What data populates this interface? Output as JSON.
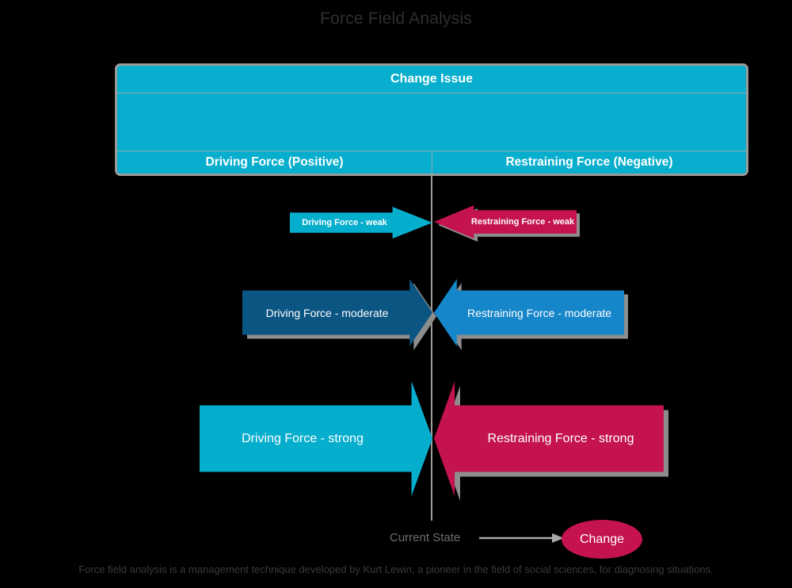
{
  "title": "Force Field Analysis",
  "header": {
    "change_issue_label": "Change Issue",
    "driving_header": "Driving Force (Positive)",
    "restraining_header": "Restraining Force (Negative)",
    "issue_text": ""
  },
  "forces": {
    "weak": {
      "driving_label": "Driving Force - weak",
      "restraining_label": "Restraining Force - weak"
    },
    "moderate": {
      "driving_label": "Driving Force - moderate",
      "restraining_label": "Restraining Force - moderate"
    },
    "strong": {
      "driving_label": "Driving Force - strong",
      "restraining_label": "Restraining Force - strong"
    }
  },
  "bottom": {
    "current_state_label": "Current State",
    "change_label": "Change"
  },
  "footer": {
    "note": "Force field analysis is a management technique developed by Kurt Lewin, a pioneer in the field of social sciences, for diagnosing situations."
  },
  "colors": {
    "cyan": "#06aecd",
    "crimson": "#c4134f",
    "navy": "#0b5583",
    "blue": "#1586c9",
    "background": "#000000",
    "border_gray": "#9a9a9a",
    "title_gray": "#2f2f2f"
  },
  "chart_data": {
    "type": "diagram",
    "title": "Force Field Analysis",
    "categories": [
      "weak",
      "moderate",
      "strong"
    ],
    "series": [
      {
        "name": "Driving Force (Positive)",
        "values": [
          1,
          2,
          3
        ],
        "labels": [
          "Driving Force - weak",
          "Driving Force - moderate",
          "Driving Force - strong"
        ],
        "colors": [
          "#06aecd",
          "#0b5583",
          "#06aecd"
        ],
        "direction": "right"
      },
      {
        "name": "Restraining Force (Negative)",
        "values": [
          1,
          2,
          3
        ],
        "labels": [
          "Restraining Force - weak",
          "Restraining Force - moderate",
          "Restraining Force - strong"
        ],
        "colors": [
          "#c4134f",
          "#1586c9",
          "#c4134f"
        ],
        "direction": "left"
      }
    ],
    "annotations": [
      "Current State",
      "Change"
    ],
    "legend": "none",
    "grid": false
  }
}
